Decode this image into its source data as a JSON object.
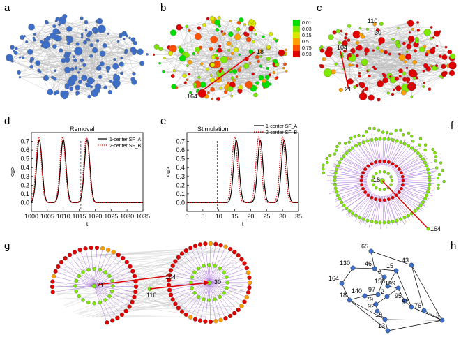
{
  "panels": {
    "a": {
      "label": "a"
    },
    "b": {
      "label": "b",
      "node_labels": [
        "18",
        "164"
      ],
      "colorbar_ticks": [
        "0.01",
        "0.03",
        "0.15",
        "0.5",
        "0.75",
        "0.93"
      ],
      "colorbar_colors": [
        "#00e000",
        "#7fe800",
        "#d8e800",
        "#ffa000",
        "#ff5000",
        "#e00000"
      ]
    },
    "c": {
      "label": "c",
      "node_labels": [
        "110",
        "30",
        "104",
        "21"
      ]
    },
    "d": {
      "label": "d",
      "annotation": "Removal",
      "ylabel": "<u>",
      "xlabel": "t"
    },
    "e": {
      "label": "e",
      "annotation": "Stimulation",
      "ylabel": "<u>",
      "xlabel": "t"
    },
    "f": {
      "label": "f",
      "node_labels": [
        "18",
        "164"
      ]
    },
    "g": {
      "label": "g",
      "node_labels": [
        "104",
        "21",
        "110",
        "30"
      ]
    },
    "h": {
      "label": "h",
      "node_labels": [
        "65",
        "43",
        "130",
        "46",
        "15",
        "6",
        "158",
        "164",
        "199",
        "97",
        "2",
        "18",
        "140",
        "95",
        "57",
        "76",
        "79",
        "92",
        "19",
        "3",
        "13"
      ]
    }
  },
  "chart_data": [
    {
      "type": "line",
      "panel": "d",
      "title": "",
      "xlabel": "t",
      "ylabel": "<u>",
      "xlim": [
        1000,
        1035
      ],
      "ylim": [
        -0.1,
        0.8
      ],
      "xticks": [
        "1000",
        "1005",
        "1010",
        "1015",
        "1020",
        "1025",
        "1030",
        "1035"
      ],
      "yticks": [
        "0.0",
        "0.1",
        "0.2",
        "0.3",
        "0.4",
        "0.5",
        "0.6",
        "0.7"
      ],
      "annotation_x": 1015.5,
      "series": [
        {
          "name": "1-center SF_A",
          "color": "#000000",
          "dash": "solid",
          "peaks": [
            1002.5,
            1010.0,
            1017.5
          ],
          "peak_height": 0.72,
          "width": 1.2
        },
        {
          "name": "2-center SF_B",
          "color": "#e00000",
          "dash": "dotted",
          "peaks": [
            1002.3,
            1009.8,
            1017.3
          ],
          "peak_height": 0.75,
          "width": 1.2
        }
      ]
    },
    {
      "type": "line",
      "panel": "e",
      "title": "",
      "xlabel": "t",
      "ylabel": "<u>",
      "xlim": [
        0,
        35
      ],
      "ylim": [
        -0.1,
        0.8
      ],
      "xticks": [
        "0",
        "5",
        "10",
        "15",
        "20",
        "25",
        "30",
        "35"
      ],
      "yticks": [
        "0.0",
        "0.1",
        "0.2",
        "0.3",
        "0.4",
        "0.5",
        "0.6",
        "0.7"
      ],
      "annotation_x": 9.5,
      "series": [
        {
          "name": "1-center SF_A",
          "color": "#000000",
          "dash": "solid",
          "peaks": [
            15.5,
            23.0,
            30.5
          ],
          "peak_height": 0.71,
          "width": 1.2
        },
        {
          "name": "2-center SF_B",
          "color": "#e00000",
          "dash": "dotted",
          "peaks": [
            15.0,
            22.5,
            30.0
          ],
          "peak_height": 0.75,
          "width": 1.2
        }
      ]
    }
  ]
}
